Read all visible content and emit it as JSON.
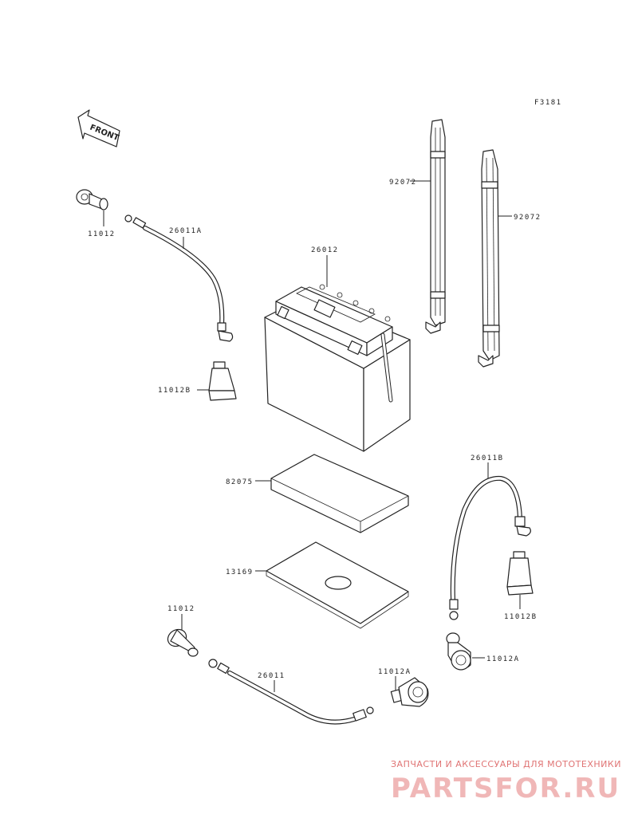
{
  "figure_code": "F3181",
  "front_label": "FRONT",
  "parts": {
    "battery": "26012",
    "strap_left": "92072",
    "strap_right": "92072",
    "cable_top": "26011A",
    "cap_top": "11012",
    "boot_left": "11012B",
    "pad": "82075",
    "tray": "13169",
    "cable_right": "26011B",
    "boot_right": "11012B",
    "cap_right": "11012A",
    "cap_bottom_left": "11012",
    "cable_bottom": "26011",
    "cap_bottom_right": "11012A"
  },
  "watermark": {
    "tagline": "ЗАПЧАСТИ И АКСЕССУАРЫ ДЛЯ МОТОТЕХНИКИ",
    "logo": "PARTSFOR.RU"
  }
}
